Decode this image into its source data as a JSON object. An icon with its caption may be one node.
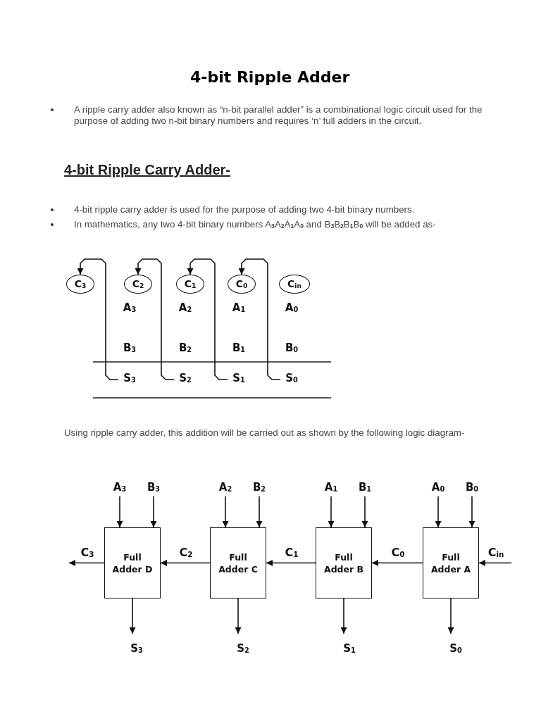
{
  "diagram": {
    "title": "4-bit Ripple Adder",
    "nodes": [
      {
        "text": [
          "C$_{3}$"
        ]
      },
      {
        "text": [
          "C$_{2}$"
        ]
      },
      {
        "text": [
          "C$_{1}$"
        ]
      },
      {
        "text": [
          "C$_{0}$"
        ]
      },
      {
        "text": [
          "C$_{in}$"
        ]
      },
      {
        "text": [
          "S$_{3}$"
        ]
      },
      {
        "text": [
          "S$_{2}$"
        ]
      },
      {
        "text": [
          "S$_{1}$"
        ]
      },
      {
        "text": [
          "S$_{0}$"
        ]
      },
      {
        "text": [
          "Full Adder D"
        ]
      },
      {
        "text": [
          "Full Adder C"
        ]
      },
      {
        "text": [
          "Full Adder B"
        ]
      },
      {
        "text": [
          "Full Adder A"
        ]
      },
      {
        "text": [
          "A$_{3}$"
        ]
      },
      {
        "text": [
          "B$_{3}$"
        ]
      },
      {
        "text": [
          "A$_{2}$"
        ]
      },
      {
        "text": [
          "B$_{2}$"
        ]
      },
      {
        "text": [
          "A$_{1}$"
        ]
      },
      {
        "text": [
          "B$_{1}$"
        ]
      },
      {
        "text": [
          "A$_{0}$"
        ]
      },
      {
        "text": [
          "B$_{0}$"
        ]
      },
      {
        "text": [
          "S$_{3}$"
        ]
      },
      {
        "text": [
          "S$_{2}$"
        ]
      },
      {
        "text": [
          "S$_{1}$"
        ]
      },
      {
        "text": [
          "S$_{0}$"
        ]
      }
    ],
    "edges": [
      {
        "from": 5,
        "to": 0,
        "arrow": "to"
      },
      {
        "from": 6,
        "to": 1,
        "arrow": "to"
      },
      {
        "from": 7,
        "to": 2,
        "arrow": "to"
      },
      {
        "from": 8,
        "to": 3,
        "arrow": "to"
      },
      {
        "from": 13,
        "to": 9,
        "arrow": "to"
      },
      {
        "from": 14,
        "to": 9,
        "arrow": "to"
      },
      {
        "from": 15,
        "to": 10,
        "arrow": "to"
      },
      {
        "from": 16,
        "to": 10,
        "arrow": "to"
      },
      {
        "from": 17,
        "to": 11,
        "arrow": "to"
      },
      {
        "from": 18,
        "to": 11,
        "arrow": "to"
      },
      {
        "from": 19,
        "to": 12,
        "arrow": "to"
      },
      {
        "from": 20,
        "to": 12,
        "arrow": "to"
      },
      {
        "from": null,
        "to": 12,
        "arrow": "to",
        "label": "C$_{in}$"
      },
      {
        "from": 12,
        "to": 11,
        "arrow": "to",
        "label": "C$_{0}$"
      },
      {
        "from": 11,
        "to": 10,
        "arrow": "to",
        "label": "C$_{1}$"
      },
      {
        "from": 10,
        "to": 9,
        "arrow": "to",
        "label": "C$_{2}$"
      },
      {
        "from": 9,
        "to": null,
        "arrow": "to",
        "label": "C$_{3}$"
      },
      {
        "from": 9,
        "to": 21,
        "arrow": "to"
      },
      {
        "from": 10,
        "to": 22,
        "arrow": "to"
      },
      {
        "from": 11,
        "to": 23,
        "arrow": "to"
      },
      {
        "from": 12,
        "to": 24,
        "arrow": "to"
      }
    ],
    "labels": [
      "A ripple carry adder also known as “n-bit parallel adder” is a combinational logic circuit used for the purpose of adding two n-bit binary numbers and requires ‘n’ full adders in the circuit.",
      "4-bit Ripple Carry Adder-",
      "4-bit ripple carry adder is used for the purpose of adding two 4-bit binary numbers.",
      "In mathematics, any two 4-bit binary numbers A$_{3}$A$_{2}$A$_{1}$A$_{0}$ and B$_{3}$B$_{2}$B$_{1}$B$_{0}$ will be added as-",
      "A$_{3}$",
      "A$_{2}$",
      "A$_{1}$",
      "A$_{0}$",
      "B$_{3}$",
      "B$_{2}$",
      "B$_{1}$",
      "B$_{0}$",
      "Using ripple carry adder, this addition will be carried out as shown by the following logic diagram-"
    ]
  }
}
